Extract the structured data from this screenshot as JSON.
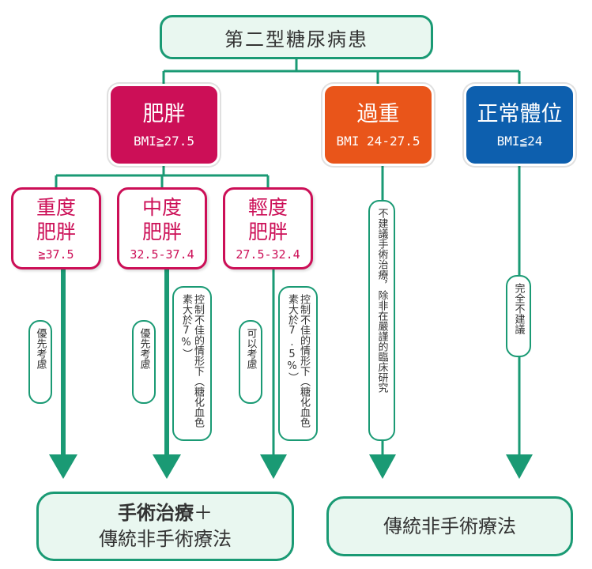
{
  "root": {
    "label": "第二型糖尿病患"
  },
  "categories": {
    "obese": {
      "label": "肥胖",
      "bmi": "BMI≧27.5"
    },
    "overweight": {
      "label": "過重",
      "bmi": "BMI 24-27.5"
    },
    "normal": {
      "label": "正常體位",
      "bmi": "BMI≦24"
    }
  },
  "obese_levels": {
    "severe": {
      "line1": "重度",
      "line2": "肥胖",
      "range": "≧37.5"
    },
    "moderate": {
      "line1": "中度",
      "line2": "肥胖",
      "range": "32.5-37.4"
    },
    "mild": {
      "line1": "輕度",
      "line2": "肥胖",
      "range": "27.5-32.4"
    }
  },
  "notes": {
    "severe_priority": "優先考慮",
    "moderate_priority": "優先考慮",
    "moderate_condition": "控制不佳的情形下（糖化血色素大於7%）",
    "mild_consider": "可以考慮",
    "mild_condition": "控制不佳的情形下（糖化血色素大於7.5%）",
    "overweight_note": "不建議手術治療，除非在嚴謹的臨床研究",
    "normal_note": "完全不建議"
  },
  "outcomes": {
    "surgery_plus": {
      "bold": "手術治療",
      "plus": "＋",
      "line2": "傳統非手術療法"
    },
    "conventional": {
      "label": "傳統非手術療法"
    }
  },
  "colors": {
    "green": "#1a9a74",
    "obese": "#cc0f57",
    "overweight": "#e9551a",
    "normal": "#0d5fae"
  }
}
